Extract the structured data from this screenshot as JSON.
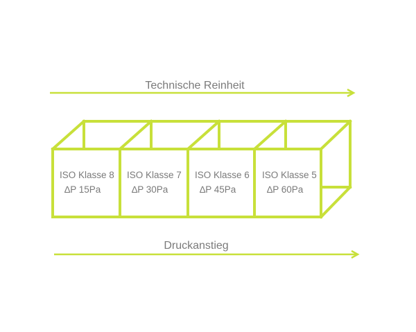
{
  "colors": {
    "line": "#c8e03a",
    "text": "#7a7a7a",
    "background": "#ffffff"
  },
  "top_arrow": {
    "label": "Technische Reinheit",
    "direction": "right"
  },
  "bottom_arrow": {
    "label": "Druckanstieg",
    "direction": "right"
  },
  "boxes": [
    {
      "class_label": "ISO Klasse 8",
      "pressure_label": "∆P 15Pa"
    },
    {
      "class_label": "ISO Klasse 7",
      "pressure_label": "∆P 30Pa"
    },
    {
      "class_label": "ISO Klasse 6",
      "pressure_label": "∆P 45Pa"
    },
    {
      "class_label": "ISO Klasse 5",
      "pressure_label": "∆P 60Pa"
    }
  ]
}
